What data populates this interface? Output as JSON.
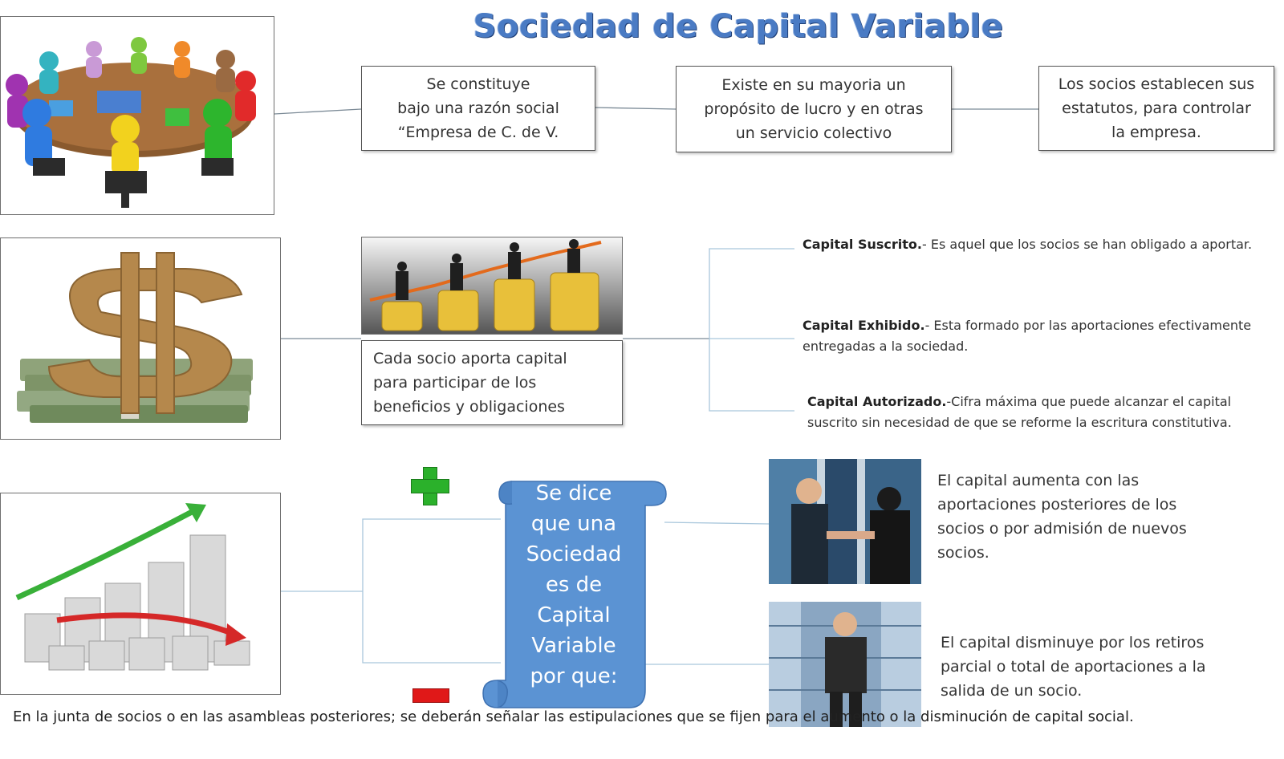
{
  "title": "Sociedad de Capital Variable",
  "row1": {
    "box1": [
      "Se constituye",
      "bajo una razón social",
      "“Empresa de C. de V."
    ],
    "box2": [
      "Existe en su mayoria un",
      "propósito de lucro y en otras",
      "un servicio colectivo"
    ],
    "box3": [
      "Los socios establecen sus",
      "estatutos, para controlar",
      "la empresa."
    ]
  },
  "row2": {
    "box": [
      "Cada socio aporta capital",
      "para participar de los",
      "beneficios y obligaciones"
    ],
    "capital_suscrito": {
      "term": "Capital Suscrito.",
      "text": "- Es aquel que los socios se han obligado a aportar."
    },
    "capital_exhibido": {
      "term": "Capital Exhibido.",
      "text": "- Esta formado por las aportaciones efectivamente",
      "text2": "entregadas a la sociedad."
    },
    "capital_autorizado": {
      "term": "Capital Autorizado.",
      "text": "-Cifra máxima que puede alcanzar el capital",
      "text2": "suscrito sin necesidad de que se reforme la escritura constitutiva."
    }
  },
  "row3": {
    "scroll": [
      "Se dice",
      "que una",
      "Sociedad",
      "es de",
      "Capital",
      "Variable",
      "por que:"
    ],
    "increase": [
      "El capital aumenta con las",
      "aportaciones posteriores de los",
      "socios o por admisión de nuevos",
      "socios."
    ],
    "decrease": [
      "El capital disminuye por los retiros",
      "parcial o total de aportaciones a la",
      "salida de un socio."
    ]
  },
  "footer": "En la junta de socios o en las asambleas posteriores; se deberán señalar las estipulaciones que se fijen para el aumento o la disminución de capital social.",
  "colors": {
    "title": "#4a7bc4",
    "scroll": "#5b93d3",
    "plus": "#2bb12b",
    "minus": "#e01818"
  }
}
